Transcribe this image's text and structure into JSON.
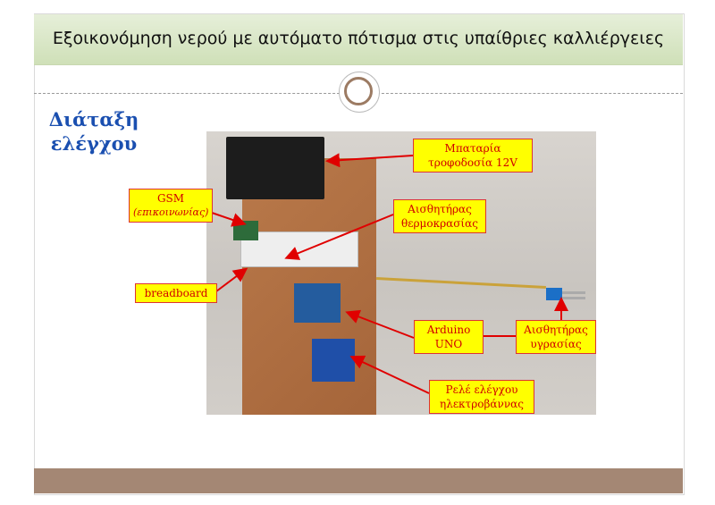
{
  "slide": {
    "title": "Εξοικονόμηση νερού με αυτόματο πότισμα στις υπαίθριες καλλιέργειες",
    "subtitle_line1": "Διάταξη",
    "subtitle_line2": "ελέγχου"
  },
  "labels": {
    "battery_line1": "Μπαταρία",
    "battery_line2": "τροφοδοσία 12V",
    "gsm_line1": "GSM",
    "gsm_line2": "(επικοινωνίας)",
    "temp_line1": "Αισθητήρας",
    "temp_line2": "θερμοκρασίας",
    "breadboard": "breadboard",
    "arduino_line1": "Arduino",
    "arduino_line2": "UNO",
    "humidity_line1": "Αισθητήρας",
    "humidity_line2": "υγρασίας",
    "relay_line1": "Ρελέ ελέγχου",
    "relay_line2": "ηλεκτροβάννας"
  },
  "colors": {
    "subtitle": "#1a4fb0",
    "label_bg": "#ffff00",
    "label_text": "#d00000",
    "arrow": "#e00000"
  }
}
